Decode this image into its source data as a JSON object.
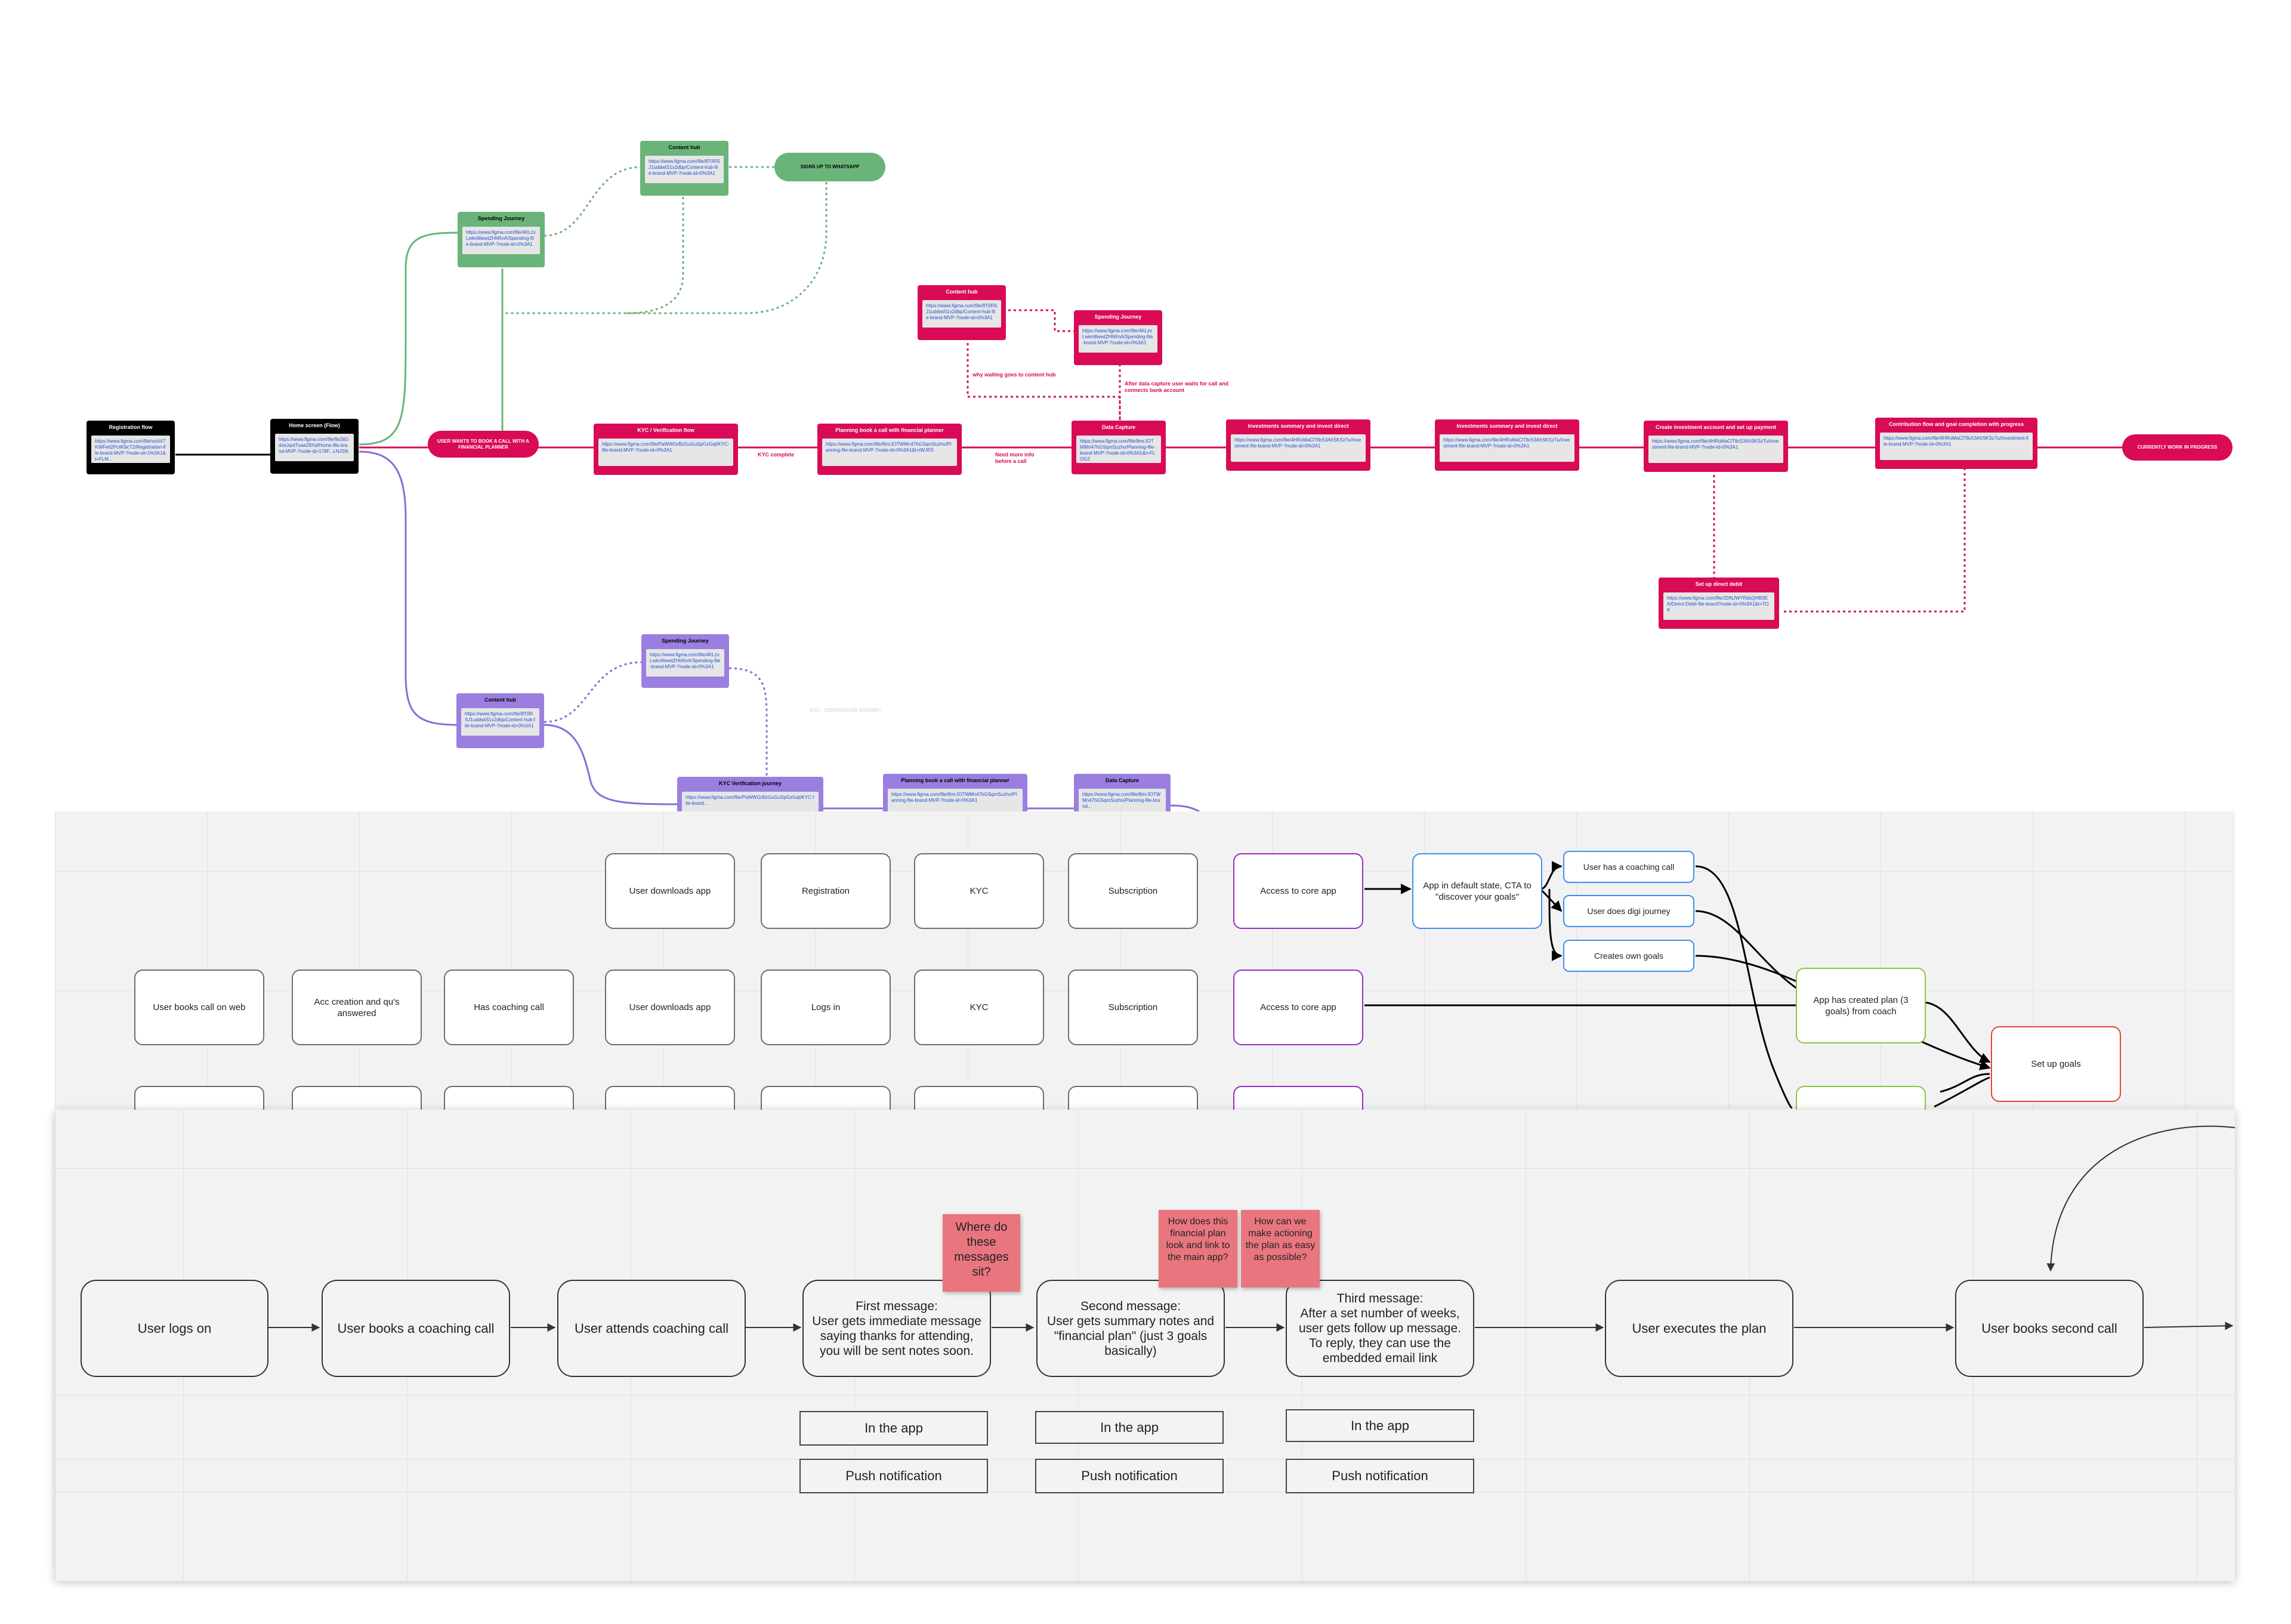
{
  "colors": {
    "black": "#000000",
    "red": "#d90b56",
    "green": "#6ab47a",
    "purple": "#9b7fe0",
    "frame_bg": "#f2f2f2",
    "sticky": "#e9767f"
  },
  "top_flow": {
    "registration": {
      "title": "Registration flow",
      "link": "https://www.figma.com/file/vsoiV7KWFeit2PcW3icT2/Registration-file-brand-MVP-?node-id=1%3A1&t=FLM..."
    },
    "home": {
      "title": "Home screen (Flow)",
      "link": "https://www.figma.com/file/9uStGdzeJqotTvaeZ8Xd/Home-file-brand-MVP-?node-id=178F...LNJSN"
    },
    "book_call_pill": "USER WANTS TO BOOK A CALL WITH A FINANCIAL PLANNER",
    "kyc": {
      "title": "KYC / Verification flow",
      "link": "https://www.figma.com/file/PaWWGrBzGuGuSpGzGqt/KYC-file-brand-MVP-?node-id=0%3A1"
    },
    "kyc_complete": "KYC complete",
    "planning": {
      "title": "Planning book a call with financial planner",
      "link": "https://www.figma.com/file/8mrJOTWMn47hGSqmSuzho/Planning-file-brand-MVP-?node-id=0%3A1&t=tWJFD"
    },
    "need_more_info": "Need more info before a call",
    "data_capture": {
      "title": "Data Capture",
      "link": "https://www.figma.com/file/8mrJOTWMn47hGSqmSuzho/Planning-file-brand-MVP-?node-id=0%3A1&t=FLOG2"
    },
    "investments_summary_1": {
      "title": "Investments summary and invest direct",
      "link": "https://www.figma.com/file/4HRoMaClT8c53AhSKSzTu/Investment-file-brand-MVP-?node-id=0%3A1"
    },
    "investments_summary_2": {
      "title": "Investments summary and invest direct",
      "link": "https://www.figma.com/file/4HRoMaClT8c53AhSKSzTu/Investment-file-brand-MVP-?node-id=0%3A1"
    },
    "create_investment": {
      "title": "Create investment account and set up payment",
      "link": "https://www.figma.com/file/4HRoMaClT8c53AhSKSzTu/Investment-file-brand-MVP-?node-id=0%3A1"
    },
    "contribution": {
      "title": "Contribution flow and goal completion with progress",
      "link": "https://www.figma.com/file/4HRoMaClT8c53AhSKSzTu/Investment-file-brand-MVP-?node-id=0%3A1"
    },
    "currently_in_progress": "CURRENTLY WORK IN PROGRESS",
    "direct_debit": {
      "title": "Set up direct debit",
      "link": "https://www.figma.com/file/2DNJWYRdsQHB3EA/Direct-Debit-file-brand?node-id=0%3A1&t=TOK"
    },
    "content_hub_red": {
      "title": "Content hub",
      "link": "https://www.figma.com/file/8T0RSJ1uddwtS1x2dbp/Content-hub-file-brand-MVP-?node-id=0%3A1"
    },
    "spending_red": {
      "title": "Spending Journey",
      "link": "https://www.figma.com/file/4KLzvLwkn9lwwtZHhRnA/Spending-file-brand-MVP-?node-id=0%3A1"
    },
    "why_waiting": "why waiting goes to content hub",
    "after_data_capture": "After data capture user waits for call and connects bank account",
    "content_hub_green": {
      "title": "Content hub",
      "link": "https://www.figma.com/file/8T0RSJ1uddwtS1x2dbp/Content-hub-file-brand-MVP-?node-id=0%3A1"
    },
    "whatsapp_pill": "SIGNS UP TO WHATSAPP",
    "spending_green": {
      "title": "Spending Journey",
      "link": "https://www.figma.com/file/4KLzvLwkn9lwwtZHhRnA/Spending-file-brand-MVP-?node-id=0%3A1"
    },
    "spending_purple": {
      "title": "Spending Journey",
      "link": "https://www.figma.com/file/4KLzvLwkn9lwwtZHhRnA/Spending-file-brand-MVP-?node-id=0%3A1"
    },
    "content_hub_purple": {
      "title": "Content hub",
      "link": "https://www.figma.com/file/8T0RSJ1uddwtS1x2dbp/Content-hub-file-brand-MVP-?node-id=0%3A1"
    },
    "kyc_purple": {
      "title": "KYC Verification journey",
      "link": "https://www.figma.com/file/PaWWGrBzGuGuSpGzGqt/KYC-file-brand..."
    },
    "planning_purple": {
      "title": "Planning book a call with financial planner",
      "link": "https://www.figma.com/file/8mrJOTWMn47hGSqmSuzho/Planning-file-brand-MVP-?node-id=0%3A1"
    },
    "data_capture_purple": {
      "title": "Data Capture",
      "link": "https://www.figma.com/file/8mrJOTWMn47hGSqmSuzho/Planning-file-brand..."
    },
    "faint_label": "KYC - VERIFICATION JOURNEY"
  },
  "middle": {
    "row1": [
      "User downloads app",
      "Registration",
      "KYC",
      "Subscription",
      "Access to core app"
    ],
    "default_state": "App in default state, CTA to \"discover your goals\"",
    "branches": [
      "User has a coaching call",
      "User does digi journey",
      "Creates own goals"
    ],
    "row2": [
      "User books call on web",
      "Acc creation and qu's answered",
      "Has coaching call",
      "User downloads app",
      "Logs in",
      "KYC",
      "Subscription",
      "Access to core app"
    ],
    "app_created_plan": "App has created plan (3 goals) from coach",
    "set_up_goals": "Set up goals"
  },
  "bottom": {
    "steps": [
      "User logs on",
      "User books a coaching call",
      "User attends coaching call",
      "First message:\nUser gets immediate message saying thanks for attending, you will be sent notes soon.",
      "Second message:\nUser gets summary notes and \"financial plan\" (just 3 goals basically)",
      "Third message:\nAfter a set number of weeks, user gets follow up message. To reply, they can use the embedded email link",
      "User executes the plan",
      "User books second call"
    ],
    "in_app": "In the app",
    "push": "Push notification",
    "stickies": [
      "Where do these messages sit?",
      "How does this financial plan look and link to the main app?",
      "How can we make actioning the plan as easy as possible?"
    ]
  }
}
